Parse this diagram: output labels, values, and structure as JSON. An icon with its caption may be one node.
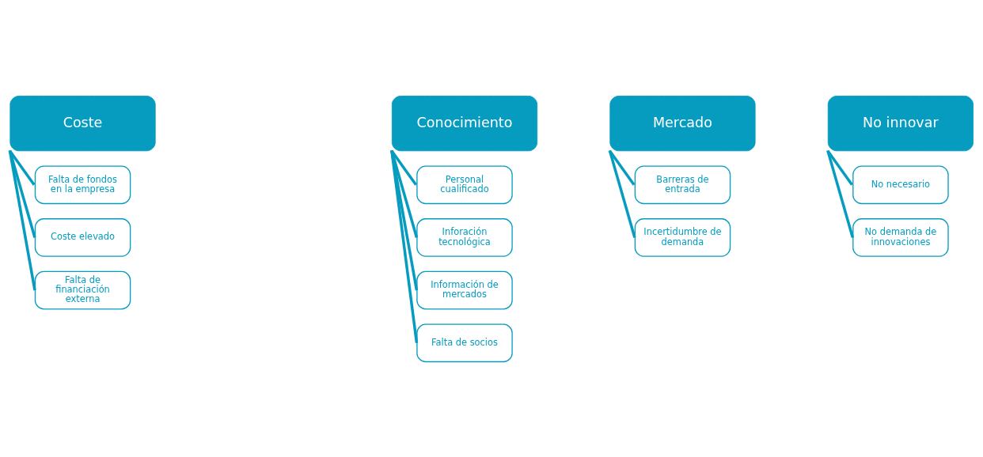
{
  "diagram": {
    "nodes": [
      {
        "text": [
          "Coste"
        ]
      },
      {
        "text": [
          "Falta de fondos en la empresa"
        ]
      },
      {
        "text": [
          "Coste elevado"
        ]
      },
      {
        "text": [
          "Falta de financiación externa"
        ]
      },
      {
        "text": [
          "Conocimiento"
        ]
      },
      {
        "text": [
          "Personal cualificado"
        ]
      },
      {
        "text": [
          "Inforación tecnológica"
        ]
      },
      {
        "text": [
          "Información de mercados"
        ]
      },
      {
        "text": [
          "Falta de socios"
        ]
      },
      {
        "text": [
          "Mercado"
        ]
      },
      {
        "text": [
          "Barreras de entrada"
        ]
      },
      {
        "text": [
          "Incertidumbre de demanda"
        ]
      },
      {
        "text": [
          "No innovar"
        ]
      },
      {
        "text": [
          "No necesario"
        ]
      },
      {
        "text": [
          "No demanda de innovaciones"
        ]
      }
    ],
    "edges": [
      {
        "from": 0,
        "to": 1,
        "arrow": "none"
      },
      {
        "from": 0,
        "to": 2,
        "arrow": "none"
      },
      {
        "from": 0,
        "to": 3,
        "arrow": "none"
      },
      {
        "from": 4,
        "to": 5,
        "arrow": "none"
      },
      {
        "from": 4,
        "to": 6,
        "arrow": "none"
      },
      {
        "from": 4,
        "to": 7,
        "arrow": "none"
      },
      {
        "from": 4,
        "to": 8,
        "arrow": "none"
      },
      {
        "from": 9,
        "to": 10,
        "arrow": "none"
      },
      {
        "from": 9,
        "to": 11,
        "arrow": "none"
      },
      {
        "from": 12,
        "to": 13,
        "arrow": "none"
      },
      {
        "from": 12,
        "to": 14,
        "arrow": "none"
      }
    ]
  }
}
